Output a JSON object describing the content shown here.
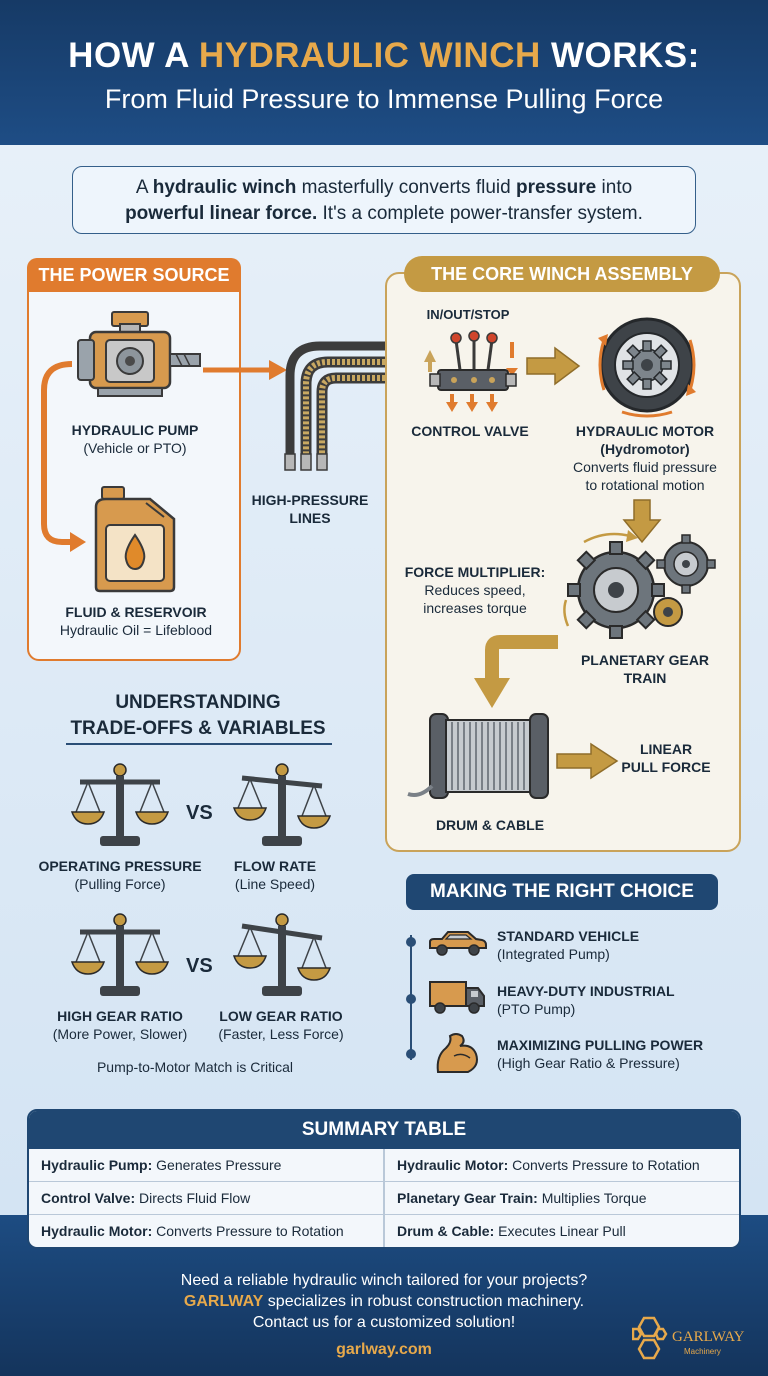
{
  "header": {
    "line1_part1": "HOW A ",
    "line1_highlight": "HYDRAULIC WINCH",
    "line1_part2": " WORKS:",
    "line2": "From Fluid Pressure to Immense Pulling Force"
  },
  "intro": {
    "p1": "A ",
    "b1": "hydraulic winch",
    "p2": " masterfully converts fluid ",
    "b2": "pressure",
    "p3": " into",
    "b3": "powerful linear force.",
    "p4": " It's a complete power-transfer system."
  },
  "power_source": {
    "title": "THE POWER SOURCE",
    "pump_name": "HYDRAULIC PUMP",
    "pump_desc": "(Vehicle or PTO)",
    "fluid_name": "FLUID & RESERVOIR",
    "fluid_desc": "Hydraulic Oil = Lifeblood"
  },
  "lines_label": {
    "l1": "HIGH-PRESSURE",
    "l2": "LINES"
  },
  "core": {
    "title": "THE CORE WINCH ASSEMBLY",
    "valve_top": "IN/OUT/STOP",
    "valve_name": "CONTROL VALVE",
    "motor_name1": "HYDRAULIC MOTOR",
    "motor_name2": "(Hydromotor)",
    "motor_desc1": "Converts fluid pressure",
    "motor_desc2": "to rotational motion",
    "fm_name": "FORCE MULTIPLIER:",
    "fm_desc1": "Reduces speed,",
    "fm_desc2": "increases torque",
    "gear_name1": "PLANETARY GEAR",
    "gear_name2": "TRAIN",
    "drum_name": "DRUM & CABLE",
    "pull1": "LINEAR",
    "pull2": "PULL FORCE"
  },
  "tradeoffs": {
    "title1": "UNDERSTANDING",
    "title2": "TRADE-OFFS & VARIABLES",
    "vs": "VS",
    "vs2": "VS",
    "a_name": "OPERATING PRESSURE",
    "a_desc": "(Pulling Force)",
    "b_name": "FLOW RATE",
    "b_desc": "(Line Speed)",
    "c_name": "HIGH GEAR RATIO",
    "c_desc": "(More Power, Slower)",
    "d_name": "LOW GEAR RATIO",
    "d_desc": "(Faster, Less Force)",
    "note": "Pump-to-Motor Match is Critical"
  },
  "choice": {
    "title": "MAKING THE RIGHT CHOICE",
    "items": [
      {
        "name": "STANDARD VEHICLE",
        "desc": "(Integrated Pump)"
      },
      {
        "name": "HEAVY-DUTY INDUSTRIAL",
        "desc": "(PTO Pump)"
      },
      {
        "name": "MAXIMIZING PULLING POWER",
        "desc": "(High Gear Ratio & Pressure)"
      }
    ]
  },
  "summary": {
    "title": "SUMMARY TABLE",
    "rows": [
      [
        {
          "k": "Hydraulic Pump:",
          "v": " Generates Pressure"
        },
        {
          "k": "Hydraulic Motor:",
          "v": " Converts Pressure to Rotation"
        }
      ],
      [
        {
          "k": "Control Valve:",
          "v": " Directs Fluid Flow"
        },
        {
          "k": "Planetary Gear Train:",
          "v": " Multiplies Torque"
        }
      ],
      [
        {
          "k": "Hydraulic Motor:",
          "v": " Converts Pressure to Rotation"
        },
        {
          "k": "Drum & Cable:",
          "v": " Executes Linear Pull"
        }
      ]
    ]
  },
  "footer": {
    "line1": "Need a reliable hydraulic winch tailored for your projects?",
    "brand": "GARLWAY",
    "line2_rest": " specializes in robust construction machinery.",
    "line3": "Contact us for a customized solution!",
    "url": "garlway.com",
    "logo_text": "GARLWAY",
    "logo_sub": "Machinery"
  },
  "colors": {
    "navy": "#1f4772",
    "orange": "#e07b2e",
    "gold": "#c49a43"
  }
}
